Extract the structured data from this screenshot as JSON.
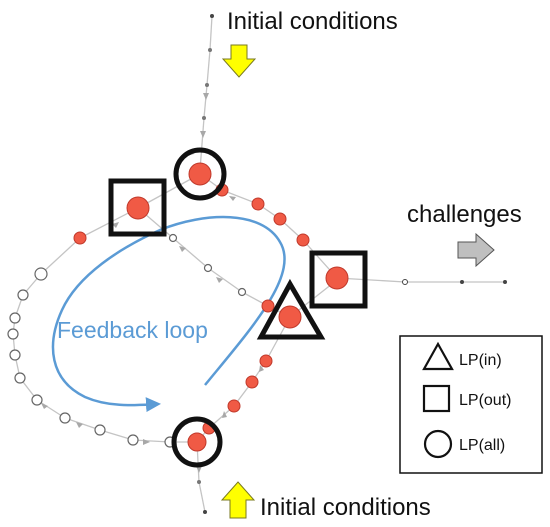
{
  "labels": {
    "initial_top": "Initial conditions",
    "initial_bottom": "Initial conditions",
    "challenges": "challenges",
    "feedback": "Feedback loop"
  },
  "legend": {
    "items": [
      {
        "label": "LP(in)",
        "shape": "triangle"
      },
      {
        "label": "LP(out)",
        "shape": "square"
      },
      {
        "label": "LP(all)",
        "shape": "circle"
      }
    ]
  },
  "colors": {
    "node_red": "#f05a45",
    "node_red_stroke": "#c0392b",
    "node_white": "#ffffff",
    "node_white_stroke": "#666666",
    "edge": "#c4c4c4",
    "edge_arrow": "#a8a8a8",
    "feedback": "#5b9bd5",
    "yellow_arrow": "#ffff00",
    "yellow_arrow_stroke": "#7a7a20",
    "gray_arrow": "#bfbfbf",
    "marker": "#111111"
  }
}
